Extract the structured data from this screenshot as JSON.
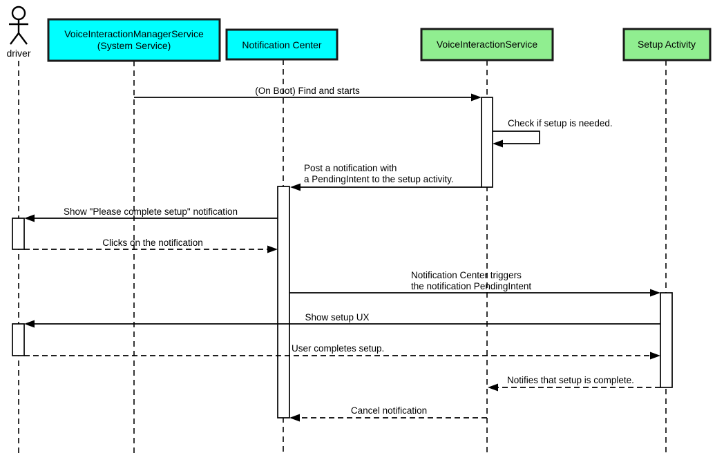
{
  "diagram": {
    "type": "uml-sequence-diagram",
    "colors": {
      "system_service_fill": "#00ffff",
      "app_fill": "#90ee90",
      "line": "#000000",
      "background": "#ffffff"
    },
    "participants": [
      {
        "id": "driver",
        "kind": "actor",
        "lines": [
          "driver"
        ],
        "fill": "#ffffff"
      },
      {
        "id": "voice-interaction-manager-service",
        "kind": "system-service",
        "lines": [
          "VoiceInteractionManagerService",
          "(System Service)"
        ],
        "fill": "#00ffff"
      },
      {
        "id": "notification-center",
        "kind": "system-service",
        "lines": [
          "Notification Center"
        ],
        "fill": "#00ffff"
      },
      {
        "id": "voice-interaction-service",
        "kind": "app-component",
        "lines": [
          "VoiceInteractionService"
        ],
        "fill": "#90ee90"
      },
      {
        "id": "setup-activity",
        "kind": "app-component",
        "lines": [
          "Setup Activity"
        ],
        "fill": "#90ee90"
      }
    ],
    "messages": [
      {
        "from": "voice-interaction-manager-service",
        "to": "voice-interaction-service",
        "style": "solid",
        "lines": [
          "(On Boot) Find and starts"
        ]
      },
      {
        "from": "voice-interaction-service",
        "to": "voice-interaction-service",
        "style": "solid-self",
        "lines": [
          "Check if setup is needed."
        ]
      },
      {
        "from": "voice-interaction-service",
        "to": "notification-center",
        "style": "solid",
        "lines": [
          "Post a notification with",
          "a PendingIntent to the setup activity."
        ]
      },
      {
        "from": "notification-center",
        "to": "driver",
        "style": "solid",
        "lines": [
          "Show \"Please complete setup\" notification"
        ]
      },
      {
        "from": "driver",
        "to": "notification-center",
        "style": "dashed",
        "lines": [
          "Clicks on the notification"
        ]
      },
      {
        "from": "notification-center",
        "to": "setup-activity",
        "style": "solid",
        "lines": [
          "Notification Center triggers",
          "the notification PendingIntent"
        ]
      },
      {
        "from": "setup-activity",
        "to": "driver",
        "style": "solid",
        "lines": [
          "Show setup UX"
        ]
      },
      {
        "from": "driver",
        "to": "setup-activity",
        "style": "dashed",
        "lines": [
          "User completes setup."
        ]
      },
      {
        "from": "setup-activity",
        "to": "voice-interaction-service",
        "style": "dashed",
        "lines": [
          "Notifies that setup is complete."
        ]
      },
      {
        "from": "voice-interaction-service",
        "to": "notification-center",
        "style": "dashed",
        "lines": [
          "Cancel notification"
        ]
      }
    ]
  }
}
